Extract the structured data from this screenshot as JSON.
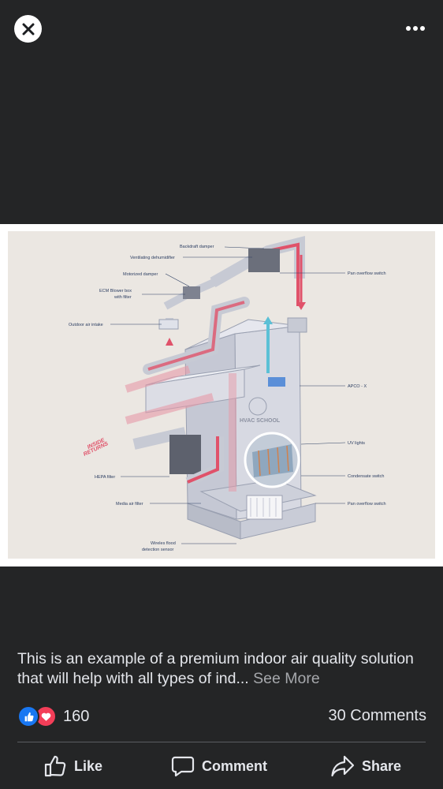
{
  "topbar": {
    "close_icon": "close-icon",
    "more_icon": "more-horizontal-icon"
  },
  "diagram": {
    "labels": {
      "backdraft_damper": "Backdraft damper",
      "ventilating_dehumidifier": "Ventilating dehumidifier",
      "motorized_damper": "Motorized damper",
      "ecm_blower_line1": "ECM Blower box",
      "ecm_blower_line2": "with filter",
      "outdoor_air_intake": "Outdoor air intake",
      "hepa_filter": "HEPA filter",
      "media_air_filter": "Media air filter",
      "flood_sensor_line1": "Wireles flood",
      "flood_sensor_line2": "detection sensor",
      "pan_overflow_switch_top": "Pan overflow switch",
      "apco_x": "APCO - X",
      "uv_lights": "UV lights",
      "condensate_switch": "Condensate switch",
      "pan_overflow_switch_bottom": "Pan overflow switch",
      "inside_returns_line1": "INSIDE",
      "inside_returns_line2": "RETURNS",
      "watermark_line1": "HVAC SCHOOL"
    },
    "colors": {
      "supply": "#e0526a",
      "return": "#e79aa8",
      "fresh": "#5bc0d6",
      "background": "#ebe7e2"
    }
  },
  "post": {
    "caption": "This is an example of a premium indoor air quality solution that will help with all types of ind...",
    "see_more": "See More",
    "reaction_count": "160",
    "comments": "30 Comments"
  },
  "actions": {
    "like": "Like",
    "comment": "Comment",
    "share": "Share"
  }
}
